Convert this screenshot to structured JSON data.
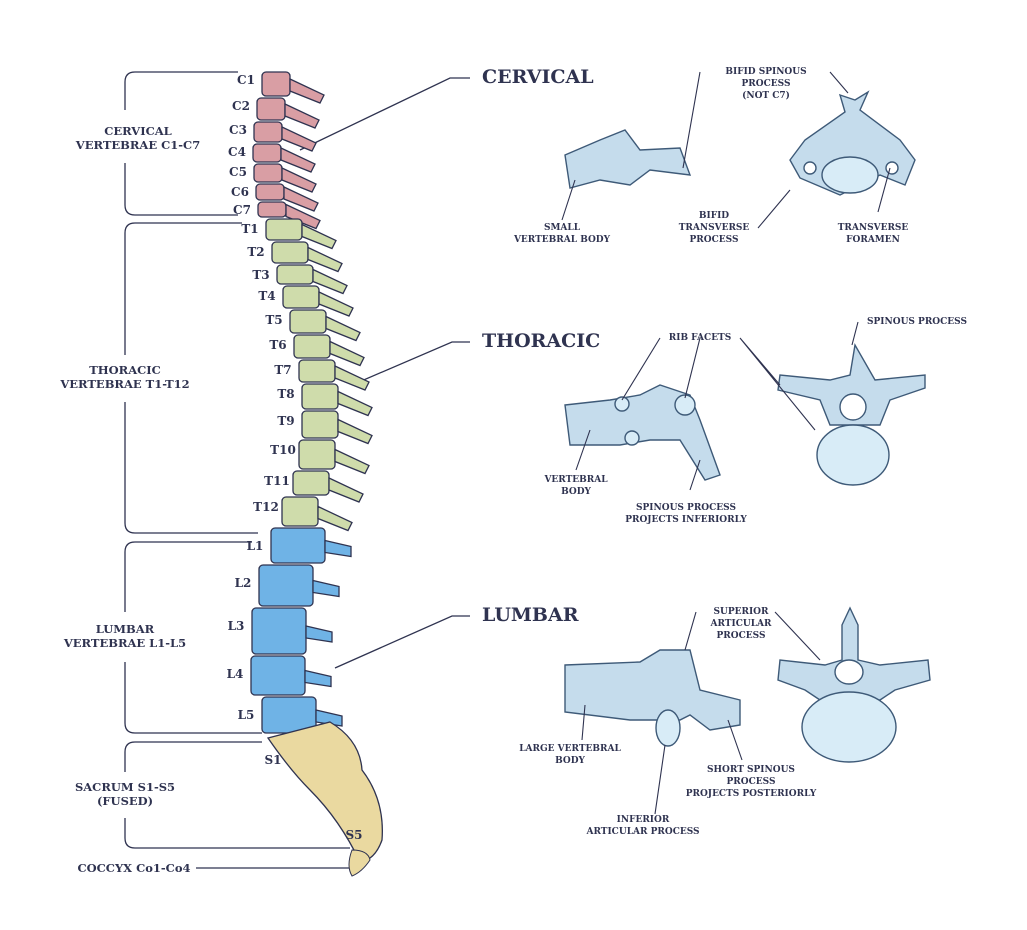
{
  "colors": {
    "cervical": "#d99ea4",
    "thoracic": "#cfdcab",
    "lumbar": "#6fb3e6",
    "sacrum": "#ead9a0",
    "bone": "#c5dcec",
    "ink": "#2f3350"
  },
  "regions": {
    "cervical": "CERVICAL\nVERTEBRAE C1-C7",
    "thoracic": "THORACIC\nVERTEBRAE T1-T12",
    "lumbar": "LUMBAR\nVERTEBRAE L1-L5",
    "sacrum": "SACRUM S1-S5\n(FUSED)",
    "coccyx": "COCCYX Co1-Co4"
  },
  "vertebrae": [
    "C1",
    "C2",
    "C3",
    "C4",
    "C5",
    "C6",
    "C7",
    "T1",
    "T2",
    "T3",
    "T4",
    "T5",
    "T6",
    "T7",
    "T8",
    "T9",
    "T10",
    "T11",
    "T12",
    "L1",
    "L2",
    "L3",
    "L4",
    "L5",
    "S1",
    "S5"
  ],
  "headings": {
    "cervical": "CERVICAL",
    "thoracic": "THORACIC",
    "lumbar": "LUMBAR"
  },
  "annotations": {
    "bifid_spinous": "BIFID SPINOUS\nPROCESS\n(NOT C7)",
    "small_body": "SMALL\nVERTEBRAL BODY",
    "bifid_transverse": "BIFID\nTRANSVERSE\nPROCESS",
    "transverse_foramen": "TRANSVERSE\nFORAMEN",
    "rib_facets": "RIB FACETS",
    "spinous_process": "SPINOUS PROCESS",
    "vertebral_body": "VERTEBRAL\nBODY",
    "spinous_inferior": "SPINOUS PROCESS\nPROJECTS INFERIORLY",
    "superior_articular": "SUPERIOR\nARTICULAR\nPROCESS",
    "large_body": "LARGE VERTEBRAL\nBODY",
    "short_spinous": "SHORT SPINOUS\nPROCESS\nPROJECTS POSTERIORLY",
    "inferior_articular": "INFERIOR\nARTICULAR PROCESS"
  }
}
